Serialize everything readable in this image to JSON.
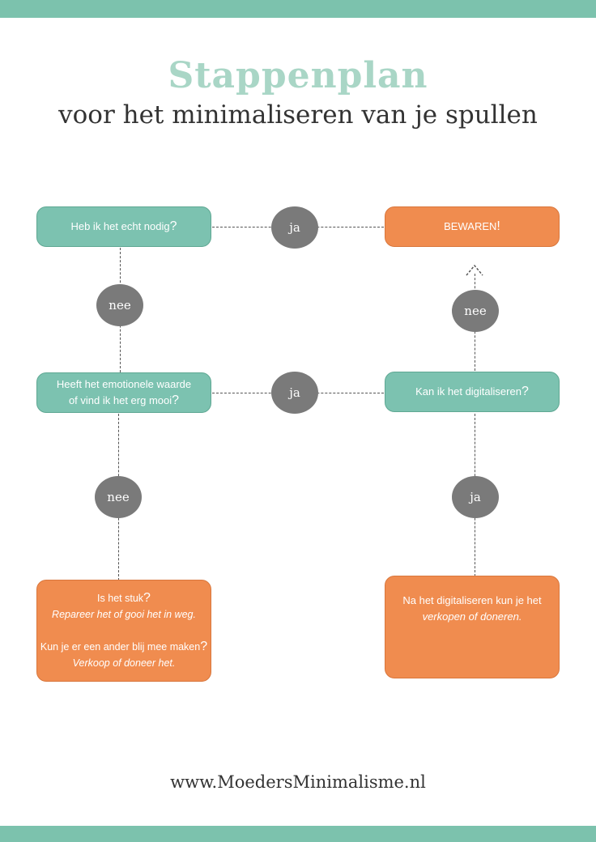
{
  "title": "Stappenplan",
  "subtitle": "voor het minimaliseren van je spullen",
  "boxes": {
    "q1": "Heb ik het echt nodig",
    "q2_line1": "Heeft het emotionele waarde",
    "q2_line2": "of vind ik het erg mooi",
    "keep": "BEWAREN",
    "q3": "Kan ik het digitaliseren",
    "broken_q": "Is het stuk",
    "broken_a": "Repareer het of gooi het in weg.",
    "happy_q": "Kun je er een ander blij mee maken",
    "happy_a": "Verkoop of doneer het.",
    "digital_line1": "Na het digitaliseren kun je het",
    "digital_line2": "verkopen of doneren."
  },
  "connectors": {
    "yes": "ja",
    "no": "nee"
  },
  "marks": {
    "question": "?",
    "exclaim": "!"
  },
  "footer": "www.MoedersMinimalisme.nl",
  "colors": {
    "teal": "#7cc2b0",
    "orange": "#f08c4f",
    "circle_gray": "#7a7a7a",
    "title_mint": "#a9d6c6"
  }
}
